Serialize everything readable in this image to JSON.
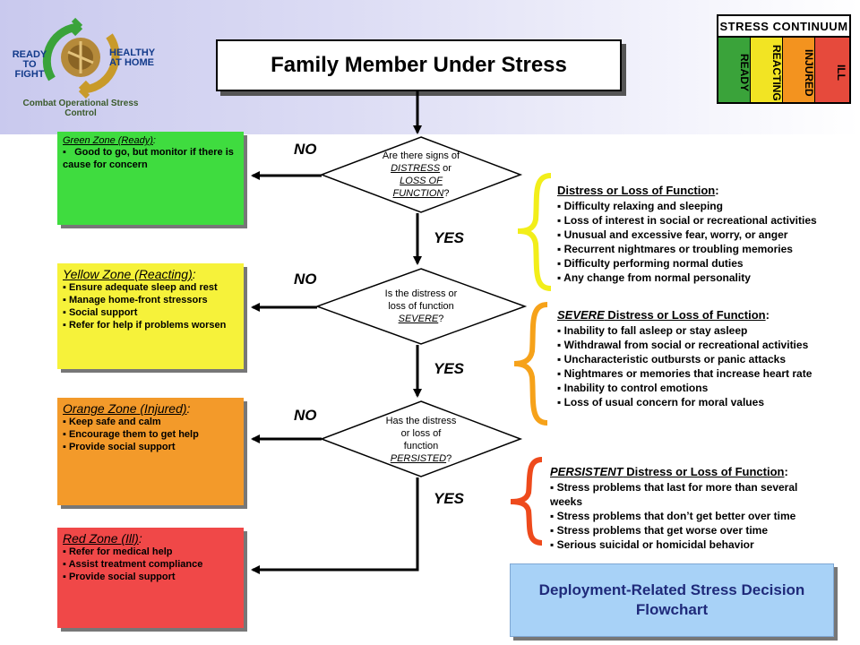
{
  "logo": {
    "left_text_1": "READY",
    "left_text_2": "TO FIGHT",
    "right_text_1": "HEALTHY",
    "right_text_2": "AT HOME",
    "caption": "Combat Operational Stress Control"
  },
  "title": "Family Member Under Stress",
  "stress_continuum": {
    "title": "STRESS CONTINUUM",
    "cells": [
      {
        "label": "READY",
        "color": "#3aa33a"
      },
      {
        "label": "REACTING",
        "color": "#f2e423"
      },
      {
        "label": "INJURED",
        "color": "#f3931f"
      },
      {
        "label": "ILL",
        "color": "#e64a3c"
      }
    ]
  },
  "questions": [
    {
      "line1": "Are there signs of",
      "line2a": "DISTRESS",
      "line2b": " or",
      "line3": "LOSS OF",
      "line4a": "FUNCTION",
      "line4b": "?"
    },
    {
      "line1": "Is the distress or",
      "line2": "loss of function",
      "line3a": "SEVERE",
      "line3b": "?"
    },
    {
      "line1": "Has the distress",
      "line2": "or loss of",
      "line3": "function",
      "line4a": "PERSISTED",
      "line4b": "?"
    }
  ],
  "labels": {
    "no": "NO",
    "yes": "YES"
  },
  "zones": [
    {
      "title": "Green Zone (Ready)",
      "colon": ":",
      "color": "#3fdc3f",
      "items": [
        "Good to go, but monitor if there is cause for concern"
      ]
    },
    {
      "title": "Yellow Zone (Reacting)",
      "colon": ":",
      "color": "#f6f23a",
      "items": [
        "Ensure adequate sleep and rest",
        "Manage home-front stressors",
        "Social support",
        "Refer for help if problems worsen"
      ]
    },
    {
      "title": "Orange Zone (Injured)",
      "colon": ":",
      "color": "#f39a2a",
      "items": [
        "Keep safe and calm",
        "Encourage them to get help",
        "Provide social support"
      ]
    },
    {
      "title": "Red Zone (Ill)",
      "colon": ":",
      "color": "#f04848",
      "items": [
        "Refer for medical help",
        "Assist treatment compliance",
        "Provide social support"
      ]
    }
  ],
  "symptoms": [
    {
      "title": "Distress or Loss of Function",
      "colon": ":",
      "brace_color": "#f2ee1a",
      "items": [
        "Difficulty relaxing and sleeping",
        "Loss of interest in social or recreational activities",
        "Unusual and excessive fear, worry, or anger",
        "Recurrent nightmares or troubling memories",
        "Difficulty performing normal duties",
        "Any change from normal personality"
      ]
    },
    {
      "title_em": "SEVERE",
      "title_rest": " Distress or Loss of Function",
      "colon": ":",
      "brace_color": "#f6a21a",
      "items": [
        "Inability to fall asleep or stay asleep",
        "Withdrawal from social or recreational activities",
        "Uncharacteristic outbursts or panic attacks",
        "Nightmares or memories that increase heart rate",
        "Inability to control emotions",
        "Loss of usual concern for moral values"
      ]
    },
    {
      "title_em": "PERSISTENT",
      "title_rest": " Distress or Loss of Function",
      "colon": ":",
      "brace_color": "#ee4a1c",
      "items": [
        "Stress problems that last for more than several weeks",
        "Stress problems that don’t get better over time",
        "Stress problems that get worse over time",
        "Serious suicidal or homicidal behavior"
      ]
    }
  ],
  "footer": {
    "line1": "Deployment-Related Stress Decision",
    "line2": "Flowchart"
  }
}
